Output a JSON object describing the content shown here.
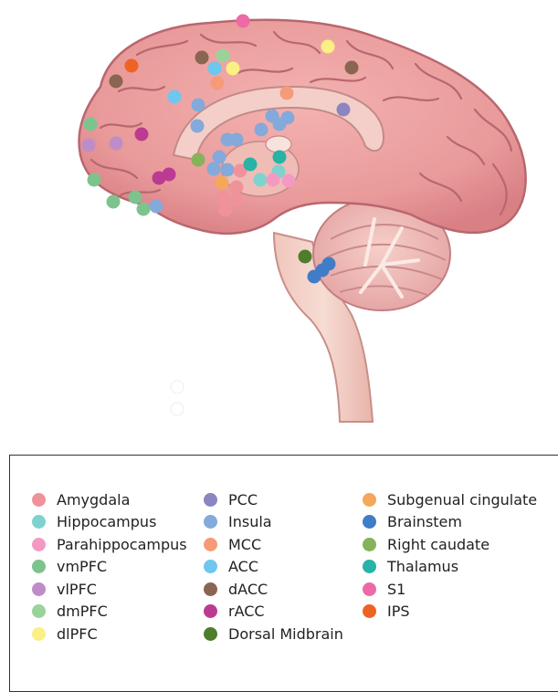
{
  "legend": {
    "columns": [
      [
        {
          "label": "Amygdala",
          "color": "#F0929A"
        },
        {
          "label": "Hippocampus",
          "color": "#7ED3CF"
        },
        {
          "label": "Parahippocampus",
          "color": "#F49AC2"
        },
        {
          "label": "vmPFC",
          "color": "#7CC38E"
        },
        {
          "label": "vlPFC",
          "color": "#BE8CC8"
        },
        {
          "label": "dmPFC",
          "color": "#9AD39A"
        },
        {
          "label": "dlPFC",
          "color": "#FBF084"
        }
      ],
      [
        {
          "label": "PCC",
          "color": "#8B85C1"
        },
        {
          "label": "Insula",
          "color": "#84A9DB"
        },
        {
          "label": "MCC",
          "color": "#F59B78"
        },
        {
          "label": "ACC",
          "color": "#6DC7EF"
        },
        {
          "label": "dACC",
          "color": "#8A6551"
        },
        {
          "label": "rACC",
          "color": "#BC3B92"
        },
        {
          "label": "Dorsal Midbrain",
          "color": "#4E7D2B"
        }
      ],
      [
        {
          "label": "Subgenual cingulate",
          "color": "#F5A75A"
        },
        {
          "label": "Brainstem",
          "color": "#3F7EC6"
        },
        {
          "label": "Right caudate",
          "color": "#86B25A"
        },
        {
          "label": "Thalamus",
          "color": "#27B3A6"
        },
        {
          "label": "S1",
          "color": "#EC6AA5"
        },
        {
          "label": "IPS",
          "color": "#EE6321"
        }
      ]
    ]
  },
  "markers": [
    {
      "region": "S1",
      "color": "#EC6AA5"
    },
    {
      "region": "dlPFC",
      "color": "#FBF084"
    },
    {
      "region": "dlPFC",
      "color": "#FBF084"
    },
    {
      "region": "dACC",
      "color": "#8A6551"
    },
    {
      "region": "dACC",
      "color": "#8A6551"
    },
    {
      "region": "dACC",
      "color": "#8A6551"
    },
    {
      "region": "dmPFC",
      "color": "#9AD39A"
    },
    {
      "region": "ACC",
      "color": "#6DC7EF"
    },
    {
      "region": "ACC",
      "color": "#6DC7EF"
    },
    {
      "region": "IPS",
      "color": "#EE6321"
    },
    {
      "region": "MCC",
      "color": "#F59B78"
    },
    {
      "region": "MCC",
      "color": "#F59B78"
    },
    {
      "region": "PCC",
      "color": "#8B85C1"
    },
    {
      "region": "Insula",
      "color": "#84A9DB"
    },
    {
      "region": "Insula",
      "color": "#84A9DB"
    },
    {
      "region": "Insula",
      "color": "#84A9DB"
    },
    {
      "region": "Insula",
      "color": "#84A9DB"
    },
    {
      "region": "Insula",
      "color": "#84A9DB"
    },
    {
      "region": "Insula",
      "color": "#84A9DB"
    },
    {
      "region": "Insula",
      "color": "#84A9DB"
    },
    {
      "region": "Insula",
      "color": "#84A9DB"
    },
    {
      "region": "Insula",
      "color": "#84A9DB"
    },
    {
      "region": "Insula",
      "color": "#84A9DB"
    },
    {
      "region": "Insula",
      "color": "#84A9DB"
    },
    {
      "region": "Insula",
      "color": "#84A9DB"
    },
    {
      "region": "vmPFC",
      "color": "#7CC38E"
    },
    {
      "region": "vmPFC",
      "color": "#7CC38E"
    },
    {
      "region": "vmPFC",
      "color": "#7CC38E"
    },
    {
      "region": "vmPFC",
      "color": "#7CC38E"
    },
    {
      "region": "vmPFC",
      "color": "#7CC38E"
    },
    {
      "region": "vlPFC",
      "color": "#BE8CC8"
    },
    {
      "region": "vlPFC",
      "color": "#BE8CC8"
    },
    {
      "region": "rACC",
      "color": "#BC3B92"
    },
    {
      "region": "rACC",
      "color": "#BC3B92"
    },
    {
      "region": "rACC",
      "color": "#BC3B92"
    },
    {
      "region": "Right caudate",
      "color": "#86B25A"
    },
    {
      "region": "Subgenual cingulate",
      "color": "#F5A75A"
    },
    {
      "region": "Amygdala",
      "color": "#F0929A"
    },
    {
      "region": "Amygdala",
      "color": "#F0929A"
    },
    {
      "region": "Amygdala",
      "color": "#F0929A"
    },
    {
      "region": "Amygdala",
      "color": "#F0929A"
    },
    {
      "region": "Amygdala",
      "color": "#F0929A"
    },
    {
      "region": "Thalamus",
      "color": "#27B3A6"
    },
    {
      "region": "Thalamus",
      "color": "#27B3A6"
    },
    {
      "region": "Hippocampus",
      "color": "#7ED3CF"
    },
    {
      "region": "Hippocampus",
      "color": "#7ED3CF"
    },
    {
      "region": "Parahippocampus",
      "color": "#F49AC2"
    },
    {
      "region": "Parahippocampus",
      "color": "#F49AC2"
    },
    {
      "region": "Dorsal Midbrain",
      "color": "#4E7D2B"
    },
    {
      "region": "Brainstem",
      "color": "#3F7EC6"
    },
    {
      "region": "Brainstem",
      "color": "#3F7EC6"
    },
    {
      "region": "Brainstem",
      "color": "#3F7EC6"
    }
  ]
}
